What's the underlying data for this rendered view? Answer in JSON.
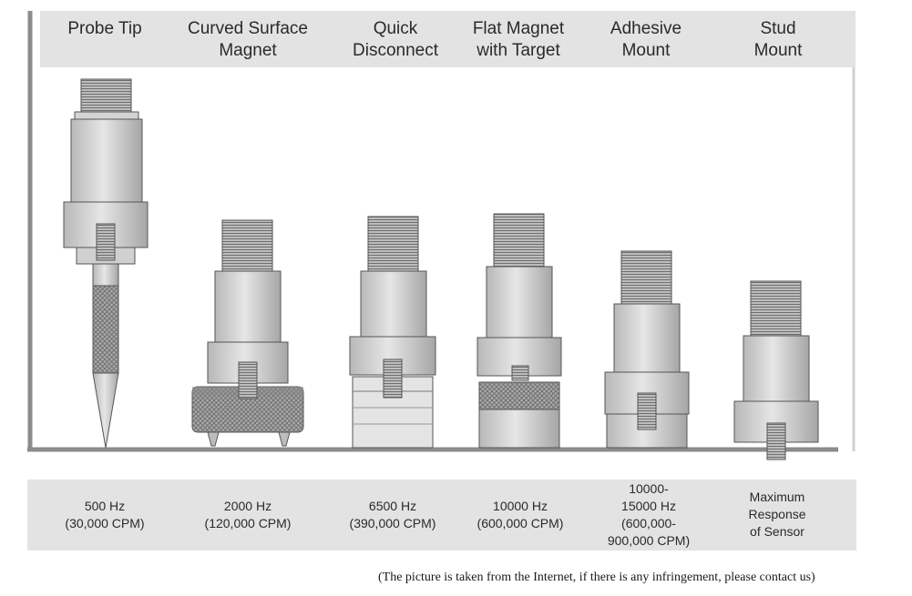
{
  "columns": [
    {
      "title": "Probe Tip",
      "response": "500 Hz\n(30,000 CPM)"
    },
    {
      "title": "Curved Surface\nMagnet",
      "response": "2000 Hz\n(120,000 CPM)"
    },
    {
      "title": "Quick\nDisconnect",
      "response": "6500 Hz\n(390,000 CPM)"
    },
    {
      "title": "Flat Magnet\nwith Target",
      "response": "10000 Hz\n(600,000 CPM)"
    },
    {
      "title": "Adhesive\nMount",
      "response": "10000-\n15000 Hz\n(600,000-\n900,000 CPM)"
    },
    {
      "title": "Stud\nMount",
      "response": "Maximum\nResponse\nof Sensor"
    }
  ],
  "footnote": "(The picture is taken from the Internet, if there is any infringement, please contact us)",
  "colors": {
    "band": "#e3e3e3",
    "frame": "#8c8c8c",
    "metal": "#c9c9c9",
    "metal_dark": "#9a9a9a",
    "outline": "#555555"
  }
}
